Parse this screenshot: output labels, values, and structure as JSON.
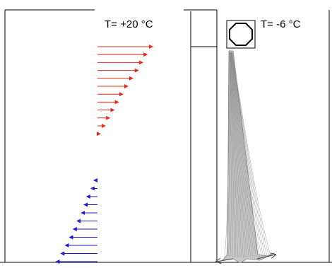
{
  "diagram": {
    "warm_side": {
      "label": "T= +20 °C",
      "arrow_color": "#e62a1a",
      "arrow_relative_lengths": [
        1.0,
        0.9,
        0.82,
        0.74,
        0.64,
        0.55,
        0.46,
        0.38,
        0.3,
        0.22,
        0.14,
        0.05
      ]
    },
    "cold_side": {
      "label": "T= -6 °C",
      "arrow_color": "#1a1ad2",
      "arrow_relative_lengths": [
        0.05,
        0.12,
        0.2,
        0.25,
        0.3,
        0.38,
        0.45,
        0.52,
        0.6,
        0.68,
        0.77
      ]
    },
    "radiator_icon": "octagon-radiator-icon",
    "plume_fill": "#c8c8c8"
  }
}
